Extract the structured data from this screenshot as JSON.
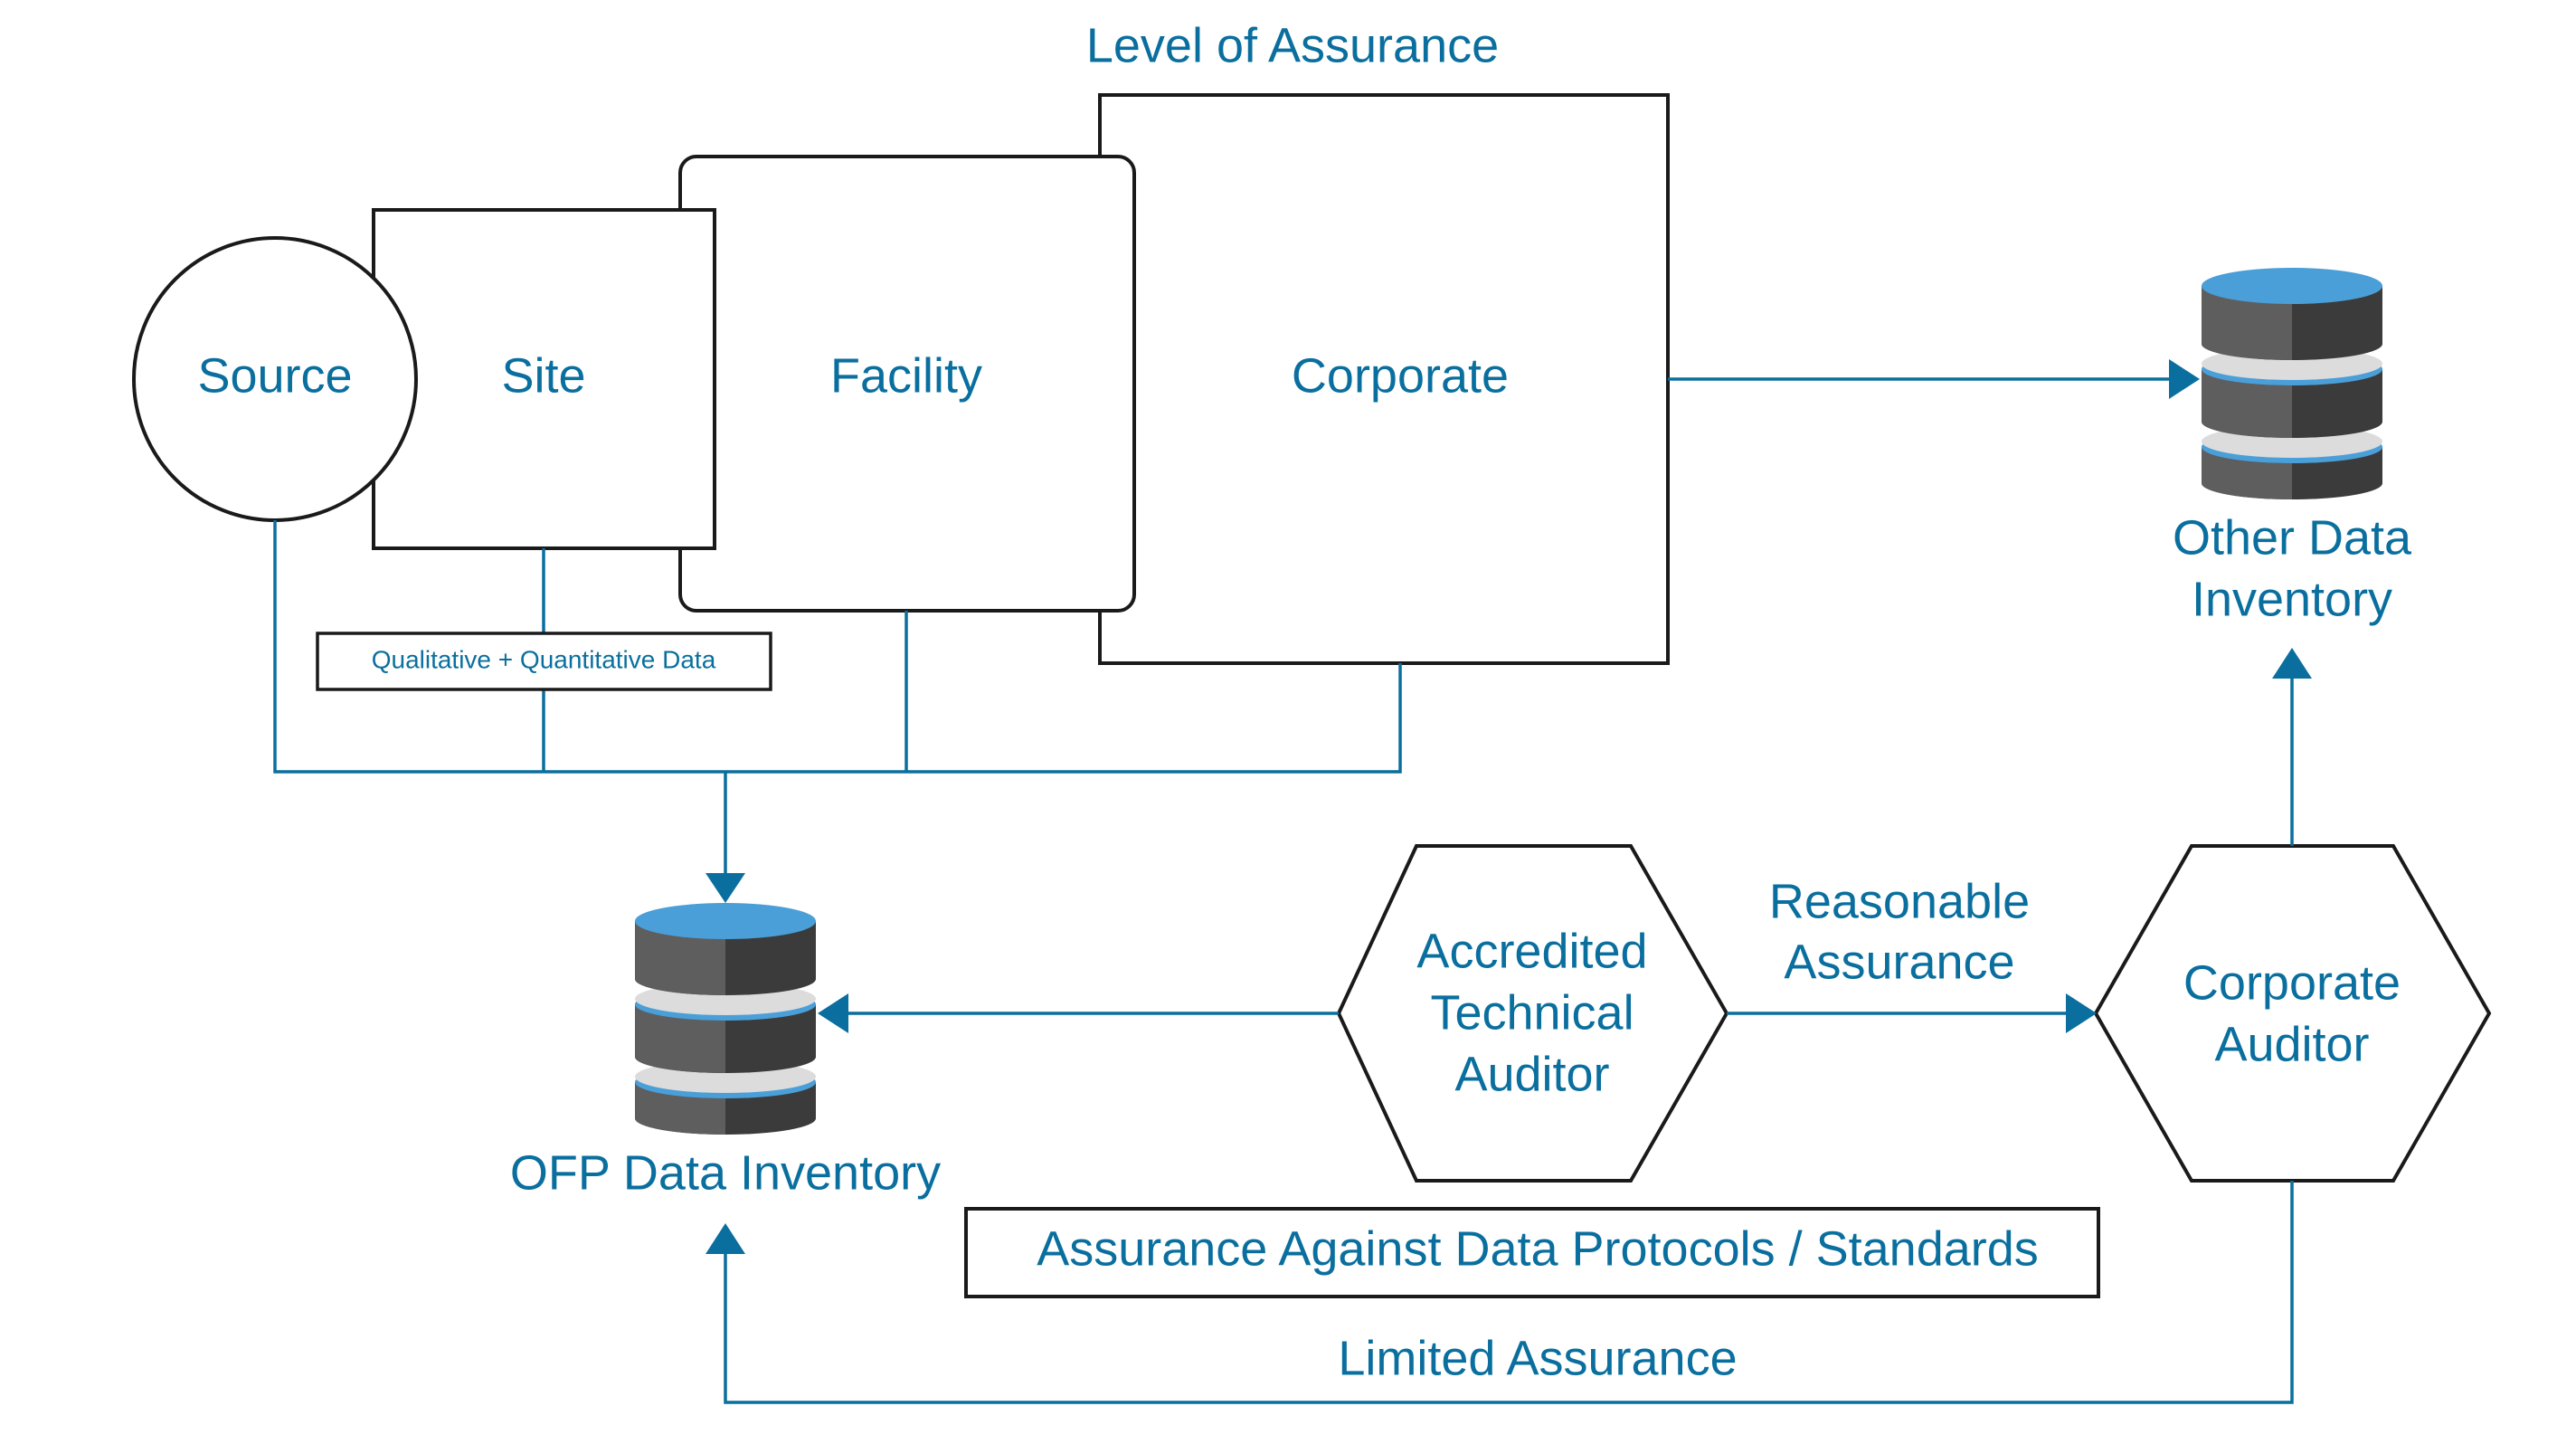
{
  "header": {
    "level_of_assurance": "Level of Assurance"
  },
  "nodes": {
    "source": "Source",
    "site": "Site",
    "facility": "Facility",
    "corporate": "Corporate",
    "qual_quant_data": "Qualitative + Quantitative Data",
    "ofp_inventory": "OFP Data Inventory",
    "other_inventory": [
      "Other Data",
      "Inventory"
    ],
    "accredited_auditor": [
      "Accredited",
      "Technical",
      "Auditor"
    ],
    "corporate_auditor": [
      "Corporate",
      "Auditor"
    ]
  },
  "edges": {
    "reasonable_assurance": [
      "Reasonable",
      "Assurance"
    ],
    "limited_assurance": "Limited Assurance",
    "protocols": "Assurance Against Data Protocols / Standards"
  },
  "colors": {
    "accent": "#0a6f9e",
    "db_blue": "#4a9fd8",
    "db_dark": "#3b3b3b",
    "db_mid": "#5e5e5e"
  },
  "icons": [
    "database-icon",
    "database-icon"
  ]
}
